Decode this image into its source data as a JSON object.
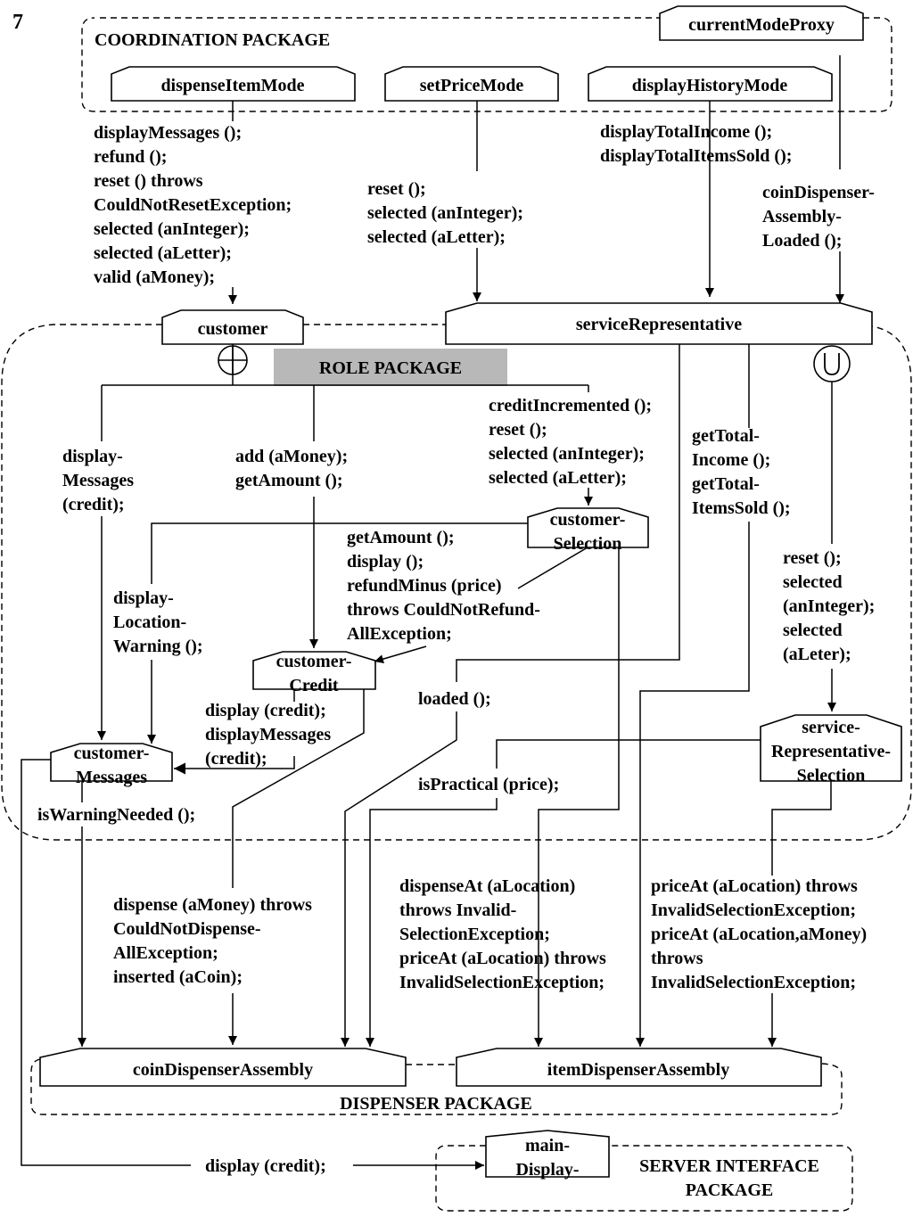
{
  "page_number": "7",
  "packages": {
    "coordination": "COORDINATION PACKAGE",
    "role": "ROLE PACKAGE",
    "dispenser": "DISPENSER PACKAGE",
    "server_interface": [
      "SERVER INTERFACE",
      "PACKAGE"
    ]
  },
  "operators": {
    "plus": "⊕",
    "union": "∪"
  },
  "modules": {
    "currentModeProxy": [
      "currentModeProxy"
    ],
    "dispenseItemMode": [
      "dispenseItemMode"
    ],
    "setPriceMode": [
      "setPriceMode"
    ],
    "displayHistoryMode": [
      "displayHistoryMode"
    ],
    "customer": [
      "customer"
    ],
    "serviceRepresentative": [
      "serviceRepresentative"
    ],
    "customerSelection": [
      "customer-",
      "Selection"
    ],
    "customerCredit": [
      "customer-",
      "Credit"
    ],
    "customerMessages": [
      "customer-",
      "Messages"
    ],
    "serviceRepresentativeSelection": [
      "service-",
      "Representative-",
      "Selection"
    ],
    "coinDispenserAssembly": [
      "coinDispenserAssembly"
    ],
    "itemDispenserAssembly": [
      "itemDispenserAssembly"
    ],
    "mainDisplay": [
      "main-",
      "Display-"
    ]
  },
  "labels": {
    "dispenseItemMode_ops": [
      "displayMessages ();",
      "refund ();",
      "reset () throws",
      "CouldNotResetException;",
      "selected (anInteger);",
      "selected (aLetter);",
      "valid (aMoney);"
    ],
    "setPriceMode_ops": [
      "reset ();",
      "selected (anInteger);",
      "selected (aLetter);"
    ],
    "displayHistoryMode_ops": [
      "displayTotalIncome ();",
      "displayTotalItemsSold ();"
    ],
    "proxy_ops": [
      "coinDispenser-",
      "Assembly-",
      "Loaded ();"
    ],
    "display_messages_credit": [
      "display-",
      "Messages",
      "(credit);"
    ],
    "add_money": [
      "add (aMoney);",
      "getAmount ();"
    ],
    "credit_incremented": [
      "creditIncremented ();",
      "reset ();",
      "selected (anInteger);",
      "selected (aLetter);"
    ],
    "get_total": [
      "getTotal-",
      "Income ();",
      "getTotal-",
      "ItemsSold ();"
    ],
    "sr_selection_ops": [
      "reset ();",
      "selected",
      "(anInteger);",
      "selected",
      "(aLeter);"
    ],
    "get_amount_display": [
      "getAmount ();",
      "display ();",
      "refundMinus (price)",
      "throws CouldNotRefund-",
      "AllException;"
    ],
    "display_location_warning": [
      "display-",
      "Location-",
      "Warning ();"
    ],
    "credit_display": [
      "display (credit);",
      "displayMessages",
      "(credit);"
    ],
    "loaded": [
      "loaded ();"
    ],
    "is_practical": [
      "isPractical (price);"
    ],
    "is_warning_needed": [
      "isWarningNeeded ();"
    ],
    "dispense_money": [
      "dispense (aMoney) throws",
      "CouldNotDispense-",
      "AllException;",
      "inserted (aCoin);"
    ],
    "dispense_at": [
      "dispenseAt (aLocation)",
      "throws Invalid-",
      "SelectionException;",
      "priceAt (aLocation) throws",
      "InvalidSelectionException;"
    ],
    "price_at": [
      "priceAt (aLocation) throws",
      "InvalidSelectionException;",
      "priceAt (aLocation,aMoney)",
      "throws",
      "InvalidSelectionException;"
    ],
    "display_credit_bottom": [
      "display (credit);"
    ]
  }
}
